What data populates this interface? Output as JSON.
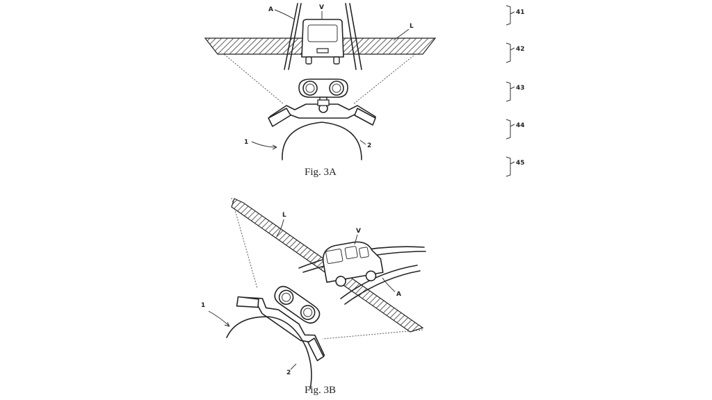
{
  "figure_a": {
    "caption": "Fig. 3A",
    "labels": {
      "A": "A",
      "V": "V",
      "L": "L",
      "one": "1",
      "two": "2"
    }
  },
  "figure_b": {
    "caption": "Fig. 3B",
    "labels": {
      "L": "L",
      "V": "V",
      "A": "A",
      "one": "1",
      "two": "2"
    }
  },
  "side_refs": [
    "41",
    "42",
    "43",
    "44",
    "45"
  ],
  "colors": {
    "ink": "#222222",
    "paper": "#ffffff"
  }
}
